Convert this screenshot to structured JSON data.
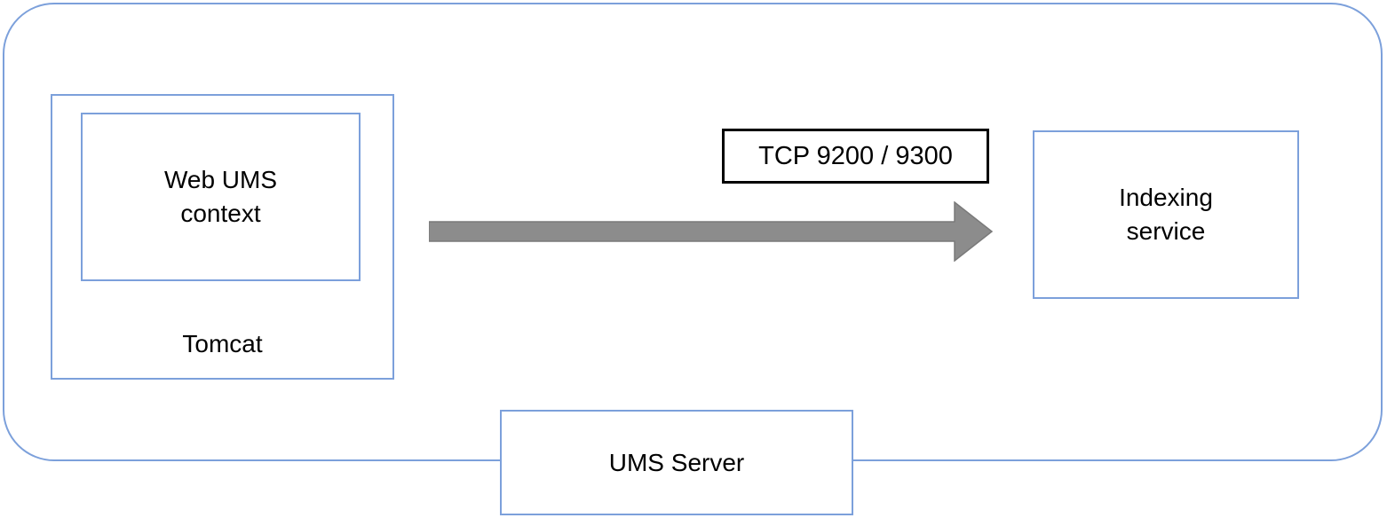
{
  "diagram": {
    "title": "UMS Server indexing service connection diagram",
    "boundary": {
      "name": "ums-server-boundary",
      "label_box": "UMS Server"
    },
    "nodes": {
      "tomcat": {
        "label": "Tomcat"
      },
      "web_ums_context": {
        "label": "Web UMS\ncontext"
      },
      "indexing_service": {
        "label": "Indexing\nservice"
      }
    },
    "connection": {
      "from": "Web UMS context (Tomcat)",
      "to": "Indexing service",
      "label": "TCP 9200 / 9300",
      "direction": "right"
    },
    "colors": {
      "box_border_blue": "#7ca0db",
      "label_border_black": "#000000",
      "arrow_fill": "#8c8c8c",
      "arrow_stroke": "#7a7a7a",
      "text": "#000000",
      "background": "#ffffff"
    }
  }
}
